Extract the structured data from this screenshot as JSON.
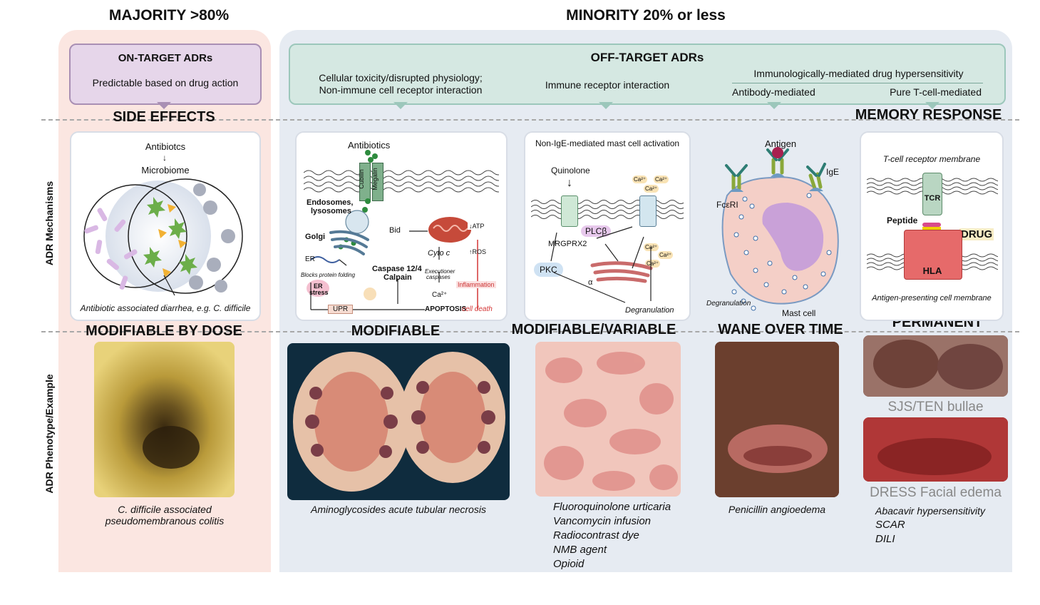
{
  "headers": {
    "majority": "MAJORITY >80%",
    "minority": "MINORITY 20% or less"
  },
  "on_target": {
    "title": "ON-TARGET ADRs",
    "subtitle": "Predictable based on drug action"
  },
  "off_target": {
    "title": "OFF-TARGET ADRs",
    "cat1_line1": "Cellular toxicity/disrupted physiology;",
    "cat1_line2": "Non-immune cell receptor interaction",
    "cat2": "Immune receptor interaction",
    "cat3": "Immunologically-mediated drug hypersensitivity",
    "cat3a": "Antibody-mediated",
    "cat3b": "Pure T-cell-mediated"
  },
  "row_labels": {
    "mechanisms": "ADR Mechanisms",
    "phenotype": "ADR Phenotype/Example"
  },
  "sections": {
    "side_effects": "SIDE EFFECTS",
    "memory_response": "MEMORY RESPONSE",
    "modifiable_by_dose": "MODIFIABLE BY DOSE",
    "modifiable": "MODIFIABLE",
    "modifiable_variable": "MODIFIABLE/VARIABLE",
    "wane": "WANE OVER TIME",
    "permanent": "PERMANENT"
  },
  "panel1": {
    "top1": "Antibiotcs",
    "top2": "Microbiome",
    "caption": "Antibiotic associated diarrhea, e.g. C. difficile"
  },
  "panel2": {
    "title": "Antibiotics",
    "cubilin": "Cubilin",
    "megalin": "Megalin",
    "endosomes": "Endosomes,",
    "lysosomes": "lysosomes",
    "golgi": "Golgi",
    "er": "ER",
    "blocks": "Blocks protein folding",
    "er_stress1": "ER",
    "er_stress2": "stress",
    "upr": "UPR",
    "bid": "Bid",
    "atp": "↓ATP",
    "ros": "↑ROS",
    "cytoc": "Cyto c",
    "caspase1": "Caspase 12/4",
    "caspase2": "Calpain",
    "exec1": "Executioner",
    "exec2": "caspases",
    "ca": "Ca²⁺",
    "inflammation": "Inflammation",
    "apoptosis": "APOPTOSIS",
    "death": "cell death"
  },
  "panel3": {
    "title": "Non-IgE-mediated mast cell activation",
    "quinolone": "Quinolone",
    "plcb": "PLCβ",
    "mrgprx2": "MRGPRX2",
    "pkc": "PKC",
    "alpha": "α",
    "ca": "Ca²⁺",
    "degran": "Degranulation"
  },
  "panel4": {
    "antigen": "Antigen",
    "ige": "IgE",
    "fceri": "FcεRI",
    "degran": "Degranulation",
    "mast": "Mast cell"
  },
  "panel5": {
    "tcr_membrane": "T-cell receptor membrane",
    "tcr": "TCR",
    "peptide": "Peptide",
    "drug": "DRUG",
    "hla": "HLA",
    "apc_membrane": "Antigen-presenting cell membrane"
  },
  "captions": {
    "colitis1": "C. difficile associated",
    "colitis2": "pseudomembranous colitis",
    "atn": "Aminoglycosides acute tubular necrosis",
    "urticaria": [
      "Fluoroquinolone urticaria",
      "Vancomycin infusion",
      "Radiocontrast dye",
      "NMB agent",
      "Opioid"
    ],
    "angioedema": "Penicillin angioedema",
    "sjs": "SJS/TEN bullae",
    "dress": "DRESS Facial edema",
    "tcell": [
      "Abacavir hypersensitivity",
      "SCAR",
      "DILI"
    ]
  }
}
